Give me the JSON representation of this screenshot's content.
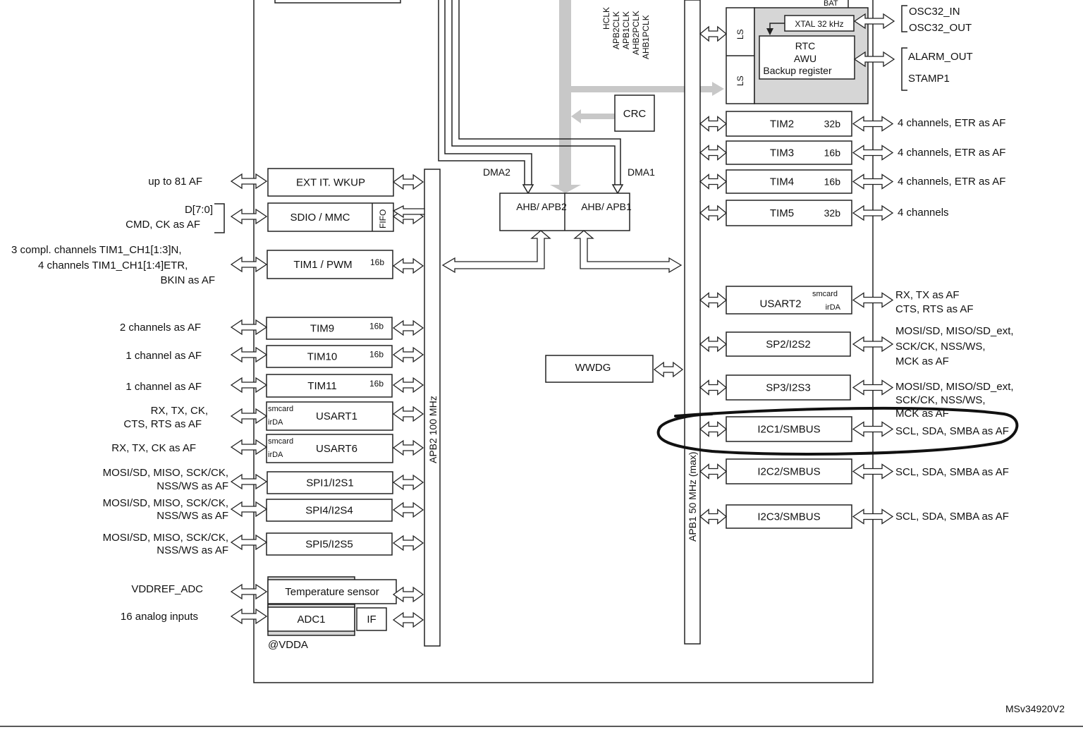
{
  "figure_id": "MSv34920V2",
  "chip": {
    "bat_fragment": "BAT",
    "apb2_bus": "APB2 100 MHz",
    "apb1_bus": "APB1 50  MHz (max)",
    "ahb_bridge_left": "AHB/ APB2",
    "ahb_bridge_right": "AHB/ APB1",
    "dma2": "DMA2",
    "dma1": "DMA1",
    "crc": "CRC",
    "wwdg": "WWDG",
    "clock_labels": [
      "HCLK",
      "APB2CLK",
      "APB1CLK",
      "AHB2PCLK",
      "AHB1PCLK"
    ]
  },
  "rtc": {
    "ls_labels": [
      "LS",
      "LS"
    ],
    "xtal": "XTAL 32 kHz",
    "lines": [
      "RTC",
      "AWU",
      "Backup register"
    ],
    "signals": [
      "OSC32_IN",
      "OSC32_OUT",
      "ALARM_OUT",
      "STAMP1"
    ]
  },
  "apb2_peripherals": [
    {
      "name": "EXT IT. WKUP",
      "signal": [
        "up to 81 AF"
      ]
    },
    {
      "name": "SDIO / MMC",
      "tag": "FIFO",
      "signal": [
        "D[7:0]",
        "CMD, CK as AF"
      ]
    },
    {
      "name": "TIM1 / PWM",
      "width": "16b",
      "signal": [
        "3 compl. channels TIM1_CH1[1:3]N,",
        "4 channels TIM1_CH1[1:4]ETR,",
        "BKIN as AF"
      ]
    },
    {
      "name": "TIM9",
      "width": "16b",
      "signal": [
        "2 channels as AF"
      ]
    },
    {
      "name": "TIM10",
      "width": "16b",
      "signal": [
        "1 channel as AF"
      ]
    },
    {
      "name": "TIM11",
      "width": "16b",
      "signal": [
        "1 channel as AF"
      ]
    },
    {
      "name": "USART1",
      "sub": [
        "smcard",
        "irDA"
      ],
      "signal": [
        "RX, TX, CK,",
        "CTS, RTS as AF"
      ]
    },
    {
      "name": "USART6",
      "sub": [
        "smcard",
        "irDA"
      ],
      "signal": [
        "RX, TX, CK as AF"
      ]
    },
    {
      "name": "SPI1/I2S1",
      "signal": [
        "MOSI/SD, MISO, SCK/CK,",
        "NSS/WS as AF"
      ]
    },
    {
      "name": "SPI4/I2S4",
      "signal": [
        "MOSI/SD, MISO, SCK/CK,",
        "NSS/WS as AF"
      ]
    },
    {
      "name": "SPI5/I2S5",
      "signal": [
        "MOSI/SD, MISO, SCK/CK,",
        "NSS/WS as AF"
      ]
    },
    {
      "name": "Temperature sensor",
      "signal": [
        "VDDREF_ADC"
      ]
    },
    {
      "name": "ADC1",
      "tag": "IF",
      "signal": [
        "16 analog inputs"
      ],
      "supply": "@VDDA"
    }
  ],
  "apb1_peripherals": [
    {
      "name": "TIM2",
      "width": "32b",
      "signal": [
        "4 channels, ETR as AF"
      ]
    },
    {
      "name": "TIM3",
      "width": "16b",
      "signal": [
        "4 channels, ETR as AF"
      ]
    },
    {
      "name": "TIM4",
      "width": "16b",
      "signal": [
        "4 channels, ETR as AF"
      ]
    },
    {
      "name": "TIM5",
      "width": "32b",
      "signal": [
        "4 channels"
      ]
    },
    {
      "name": "USART2",
      "sub": [
        "smcard",
        "irDA"
      ],
      "signal": [
        "RX, TX as AF",
        "CTS, RTS as AF"
      ]
    },
    {
      "name": "SP2/I2S2",
      "signal": [
        "MOSI/SD, MISO/SD_ext,",
        "SCK/CK, NSS/WS,",
        "MCK as AF"
      ]
    },
    {
      "name": "SP3/I2S3",
      "signal": [
        "MOSI/SD, MISO/SD_ext,",
        "SCK/CK, NSS/WS,",
        "MCK as AF"
      ]
    },
    {
      "name": "I2C1/SMBUS",
      "highlighted": true,
      "signal": [
        "SCL, SDA, SMBA as AF"
      ]
    },
    {
      "name": "I2C2/SMBUS",
      "signal": [
        "SCL, SDA, SMBA as AF"
      ]
    },
    {
      "name": "I2C3/SMBUS",
      "signal": [
        "SCL, SDA, SMBA as AF"
      ]
    }
  ],
  "colors": {
    "line": "#222222",
    "shade": "#d6d6d6",
    "bus": "#c8c8c8",
    "highlight": "#111111"
  }
}
